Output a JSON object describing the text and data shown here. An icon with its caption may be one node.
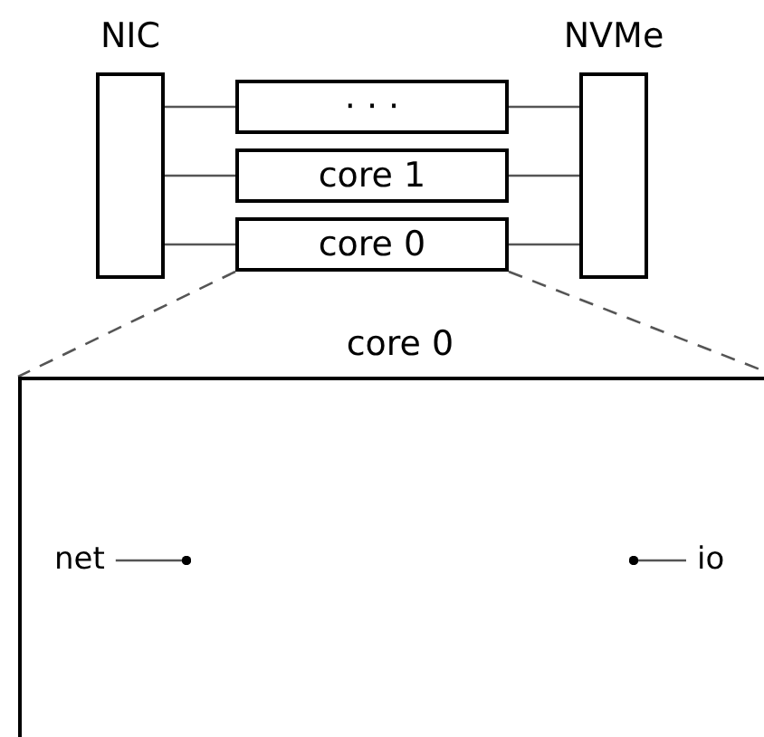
{
  "diagram": {
    "nodes": [
      {
        "text": [
          "NIC"
        ]
      },
      {
        "text": [
          "NVMe"
        ]
      },
      {
        "text": [
          "· · ·"
        ]
      },
      {
        "text": [
          "core 1"
        ]
      },
      {
        "text": [
          "core 0"
        ]
      },
      {
        "text": [
          "core 0"
        ]
      },
      {
        "text": [
          "net"
        ],
        "in": 5
      },
      {
        "text": [
          "io"
        ],
        "in": 5
      }
    ],
    "edges": [
      {
        "from": 0,
        "to": 2,
        "arrow": "none"
      },
      {
        "from": 0,
        "to": 3,
        "arrow": "none"
      },
      {
        "from": 0,
        "to": 4,
        "arrow": "none"
      },
      {
        "from": 2,
        "to": 1,
        "arrow": "none"
      },
      {
        "from": 3,
        "to": 1,
        "arrow": "none"
      },
      {
        "from": 4,
        "to": 1,
        "arrow": "none"
      },
      {
        "from": 4,
        "to": 5,
        "arrow": "none",
        "style": "dashed"
      },
      {
        "from": 4,
        "to": 5,
        "arrow": "none",
        "style": "dashed"
      },
      {
        "from": 6,
        "to": null,
        "arrow": "other"
      },
      {
        "from": 7,
        "to": null,
        "arrow": "other"
      }
    ]
  }
}
